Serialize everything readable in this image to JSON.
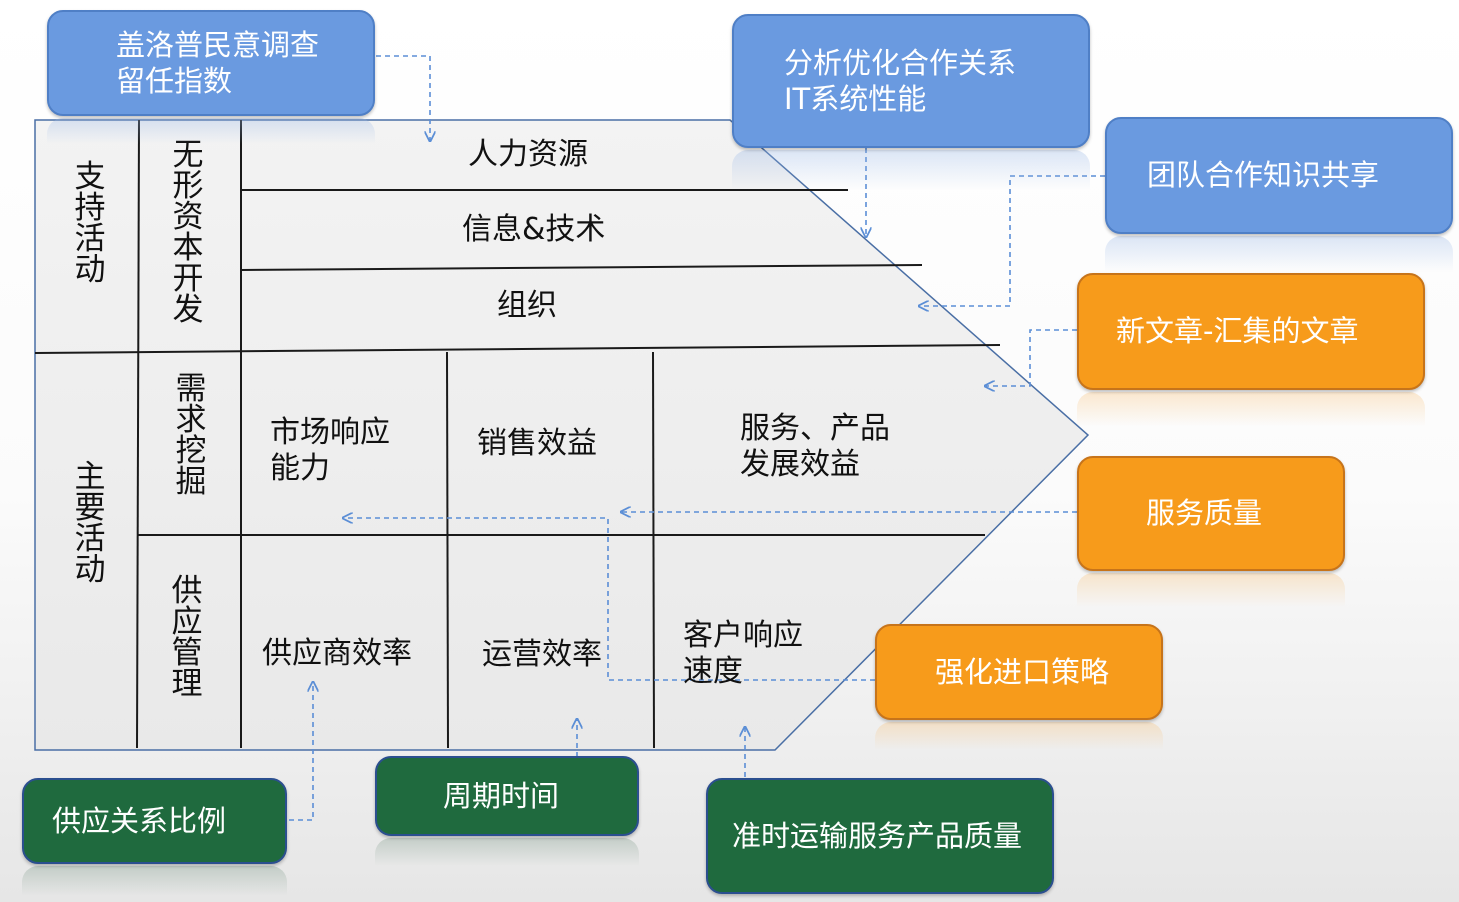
{
  "diagram": {
    "support_activities_label": "支持活动",
    "primary_activities_label": "主要活动",
    "intangible_asset_label": "无形资本开发",
    "demand_mining_label": "需求挖掘",
    "supply_management_label": "供应管理",
    "support_rows": [
      "人力资源",
      "信息&技术",
      "组织"
    ],
    "demand_cells": [
      "市场响应\n能力",
      "销售效益",
      "服务、产品\n发展效益"
    ],
    "supply_cells": [
      "供应商效率",
      "运营效率",
      "客户响应\n速度"
    ]
  },
  "callouts": {
    "gallup": "盖洛普民意调查\n留任指数",
    "it_analysis": "分析优化合作关系\nIT系统性能",
    "team_sharing": "团队合作知识共享",
    "new_articles": "新文章-汇集的文章",
    "service_quality": "服务质量",
    "import_strategy": "强化进口策略",
    "supply_ratio": "供应关系比例",
    "cycle_time": "周期时间",
    "ontime_delivery": "准时运输服务产品质量"
  },
  "colors": {
    "blue_box": "#6a9ae0",
    "orange_box": "#f79b1b",
    "green_box": "#1f6a3e",
    "chart_fill": "#efefef",
    "grid_line": "#1a1a1a",
    "connector": "#5b8ed6"
  }
}
